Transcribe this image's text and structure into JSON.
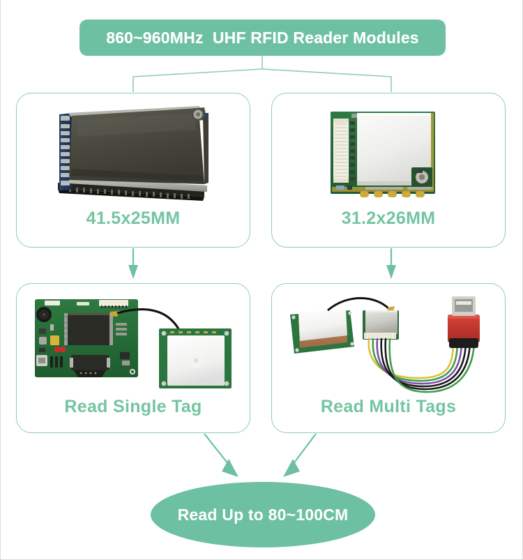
{
  "diagram": {
    "title": "860~960MHz  UHF RFID Reader Modules",
    "accent_color": "#6dc0a2",
    "caption_color": "#74c5a0",
    "card_border_color": "#8ecfae",
    "background_color": "#ffffff"
  },
  "nodes": {
    "module_large": {
      "caption": "41.5x25MM",
      "image_name": "uhf-rfid-module-shielded-black-pcb-photo"
    },
    "module_small": {
      "caption": "31.2x26MM",
      "image_name": "uhf-rfid-module-green-pcb-silver-shield-photo"
    },
    "read_single": {
      "caption": "Read Single Tag",
      "image_name": "rfid-demo-board-with-patch-antenna-photo"
    },
    "read_multi": {
      "caption": "Read Multi Tags",
      "image_name": "rfid-module-antenna-usb-cable-photo"
    },
    "result": {
      "caption": "Read Up to 80~100CM"
    }
  },
  "connectors": [
    {
      "name": "title-to-module-large",
      "type": "elbow-arrow"
    },
    {
      "name": "title-to-module-small",
      "type": "elbow-arrow"
    },
    {
      "name": "module-large-to-read-single",
      "type": "down-arrow"
    },
    {
      "name": "module-small-to-read-multi",
      "type": "down-arrow"
    },
    {
      "name": "read-single-to-result",
      "type": "diagonal-arrow"
    },
    {
      "name": "read-multi-to-result",
      "type": "diagonal-arrow"
    }
  ]
}
